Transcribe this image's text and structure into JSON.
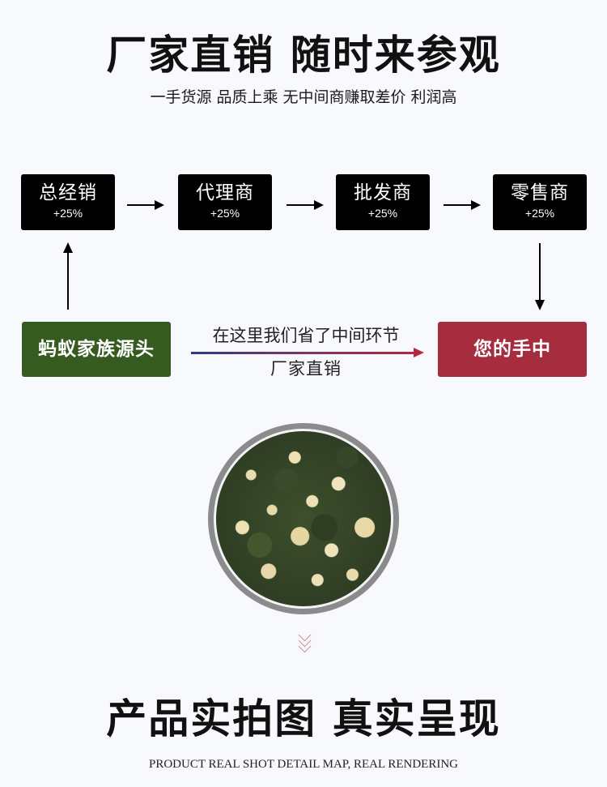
{
  "header": {
    "title": "厂家直销 随时来参观",
    "subtitle": "一手货源 品质上乘 无中间商赚取差价 利润高"
  },
  "chain": [
    {
      "name": "总经销",
      "markup": "+25%"
    },
    {
      "name": "代理商",
      "markup": "+25%"
    },
    {
      "name": "批发商",
      "markup": "+25%"
    },
    {
      "name": "零售商",
      "markup": "+25%"
    }
  ],
  "direct": {
    "source_label": "蚂蚁家族源头",
    "saved_text": "在这里我们省了中间环节",
    "direct_text": "厂家直销",
    "destination_label": "您的手中"
  },
  "colors": {
    "source_green": "#365b21",
    "destination_red": "#a52d3e",
    "arrow_gradient_start": "#2e3a86",
    "arrow_gradient_end": "#b4283c",
    "chain_box": "#000000",
    "background": "#f8f9fd"
  },
  "product": {
    "image_alt": "oolong tea with dried fruit pieces",
    "scroll_hint_icon": "triple-chevron-down-icon"
  },
  "footer": {
    "title": "产品实拍图 真实呈现",
    "subtitle": "PRODUCT REAL SHOT DETAIL MAP, REAL RENDERING"
  }
}
